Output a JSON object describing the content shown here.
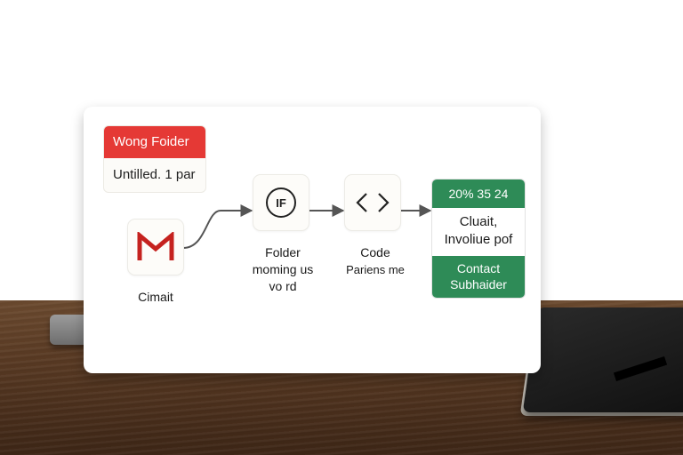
{
  "folder": {
    "title": "Wong Foider",
    "subtitle": "Untilled. 1 par"
  },
  "nodes": {
    "gmail": {
      "icon": "gmail-icon",
      "label": "Cimait"
    },
    "if_node": {
      "icon_text": "IF",
      "label_line1": "Folder",
      "label_line2": "moming us",
      "label_line3": "vo rd"
    },
    "code": {
      "icon": "code-brackets-icon",
      "label_line1": "Code",
      "label_line2": "Pariens me"
    }
  },
  "result": {
    "header": "20% 35 24",
    "body_line1": "Cluait,",
    "body_line2": "Involiue pof",
    "footer_line1": "Contact",
    "footer_line2": "Subhaider"
  },
  "colors": {
    "folder_header": "#e53935",
    "result_green": "#2e8b57",
    "gmail_red": "#c5221f"
  }
}
